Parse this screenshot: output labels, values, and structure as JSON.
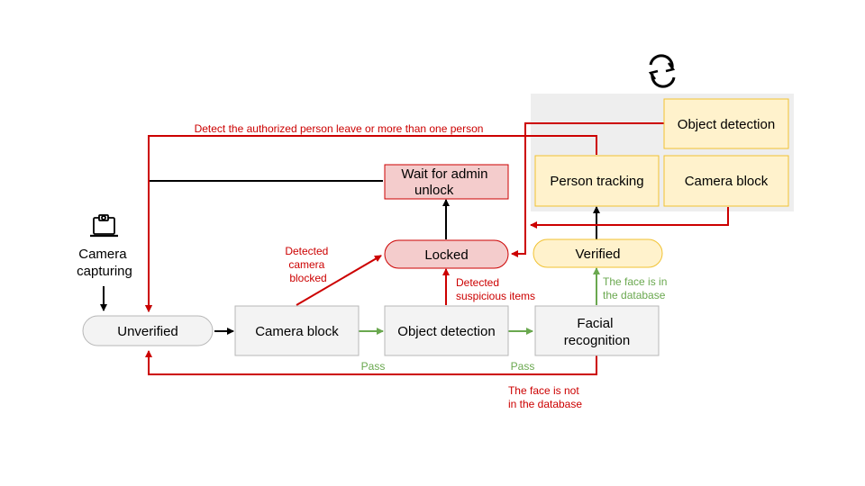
{
  "nodes": {
    "unverified": "Unverified",
    "camera_block": "Camera block",
    "object_detection": "Object detection",
    "facial_recognition": [
      "Facial",
      "recognition"
    ],
    "locked": "Locked",
    "wait_admin": [
      "Wait for admin",
      "unlock"
    ],
    "verified": "Verified",
    "person_tracking": "Person tracking",
    "monitor_camera_block": "Camera block",
    "monitor_object_detection": "Object detection"
  },
  "labels": {
    "camera_capturing": [
      "Camera",
      "capturing"
    ],
    "pass_1": "Pass",
    "pass_2": "Pass",
    "detected_camera_blocked": [
      "Detected",
      "camera",
      "blocked"
    ],
    "detected_suspicious": [
      "Detected",
      "suspicious items"
    ],
    "face_in_db": [
      "The face is in",
      "the database"
    ],
    "face_not_in_db": [
      "The face is not",
      "in the database"
    ],
    "detect_leave": "Detect the authorized person leave or more than one person"
  },
  "icons": {
    "camera": "webcam-icon",
    "loop": "refresh-loop-icon"
  },
  "colors": {
    "red": "#cc0000",
    "green": "#6aa84f",
    "black": "#000000",
    "gray_box_fill": "#f3f3f3",
    "gray_box_stroke": "#b7b7b7",
    "locked_fill": "#f4cccc",
    "yellow_fill": "#fff2cc",
    "yellow_stroke": "#f1c232",
    "panel_fill": "#eeeeee"
  }
}
